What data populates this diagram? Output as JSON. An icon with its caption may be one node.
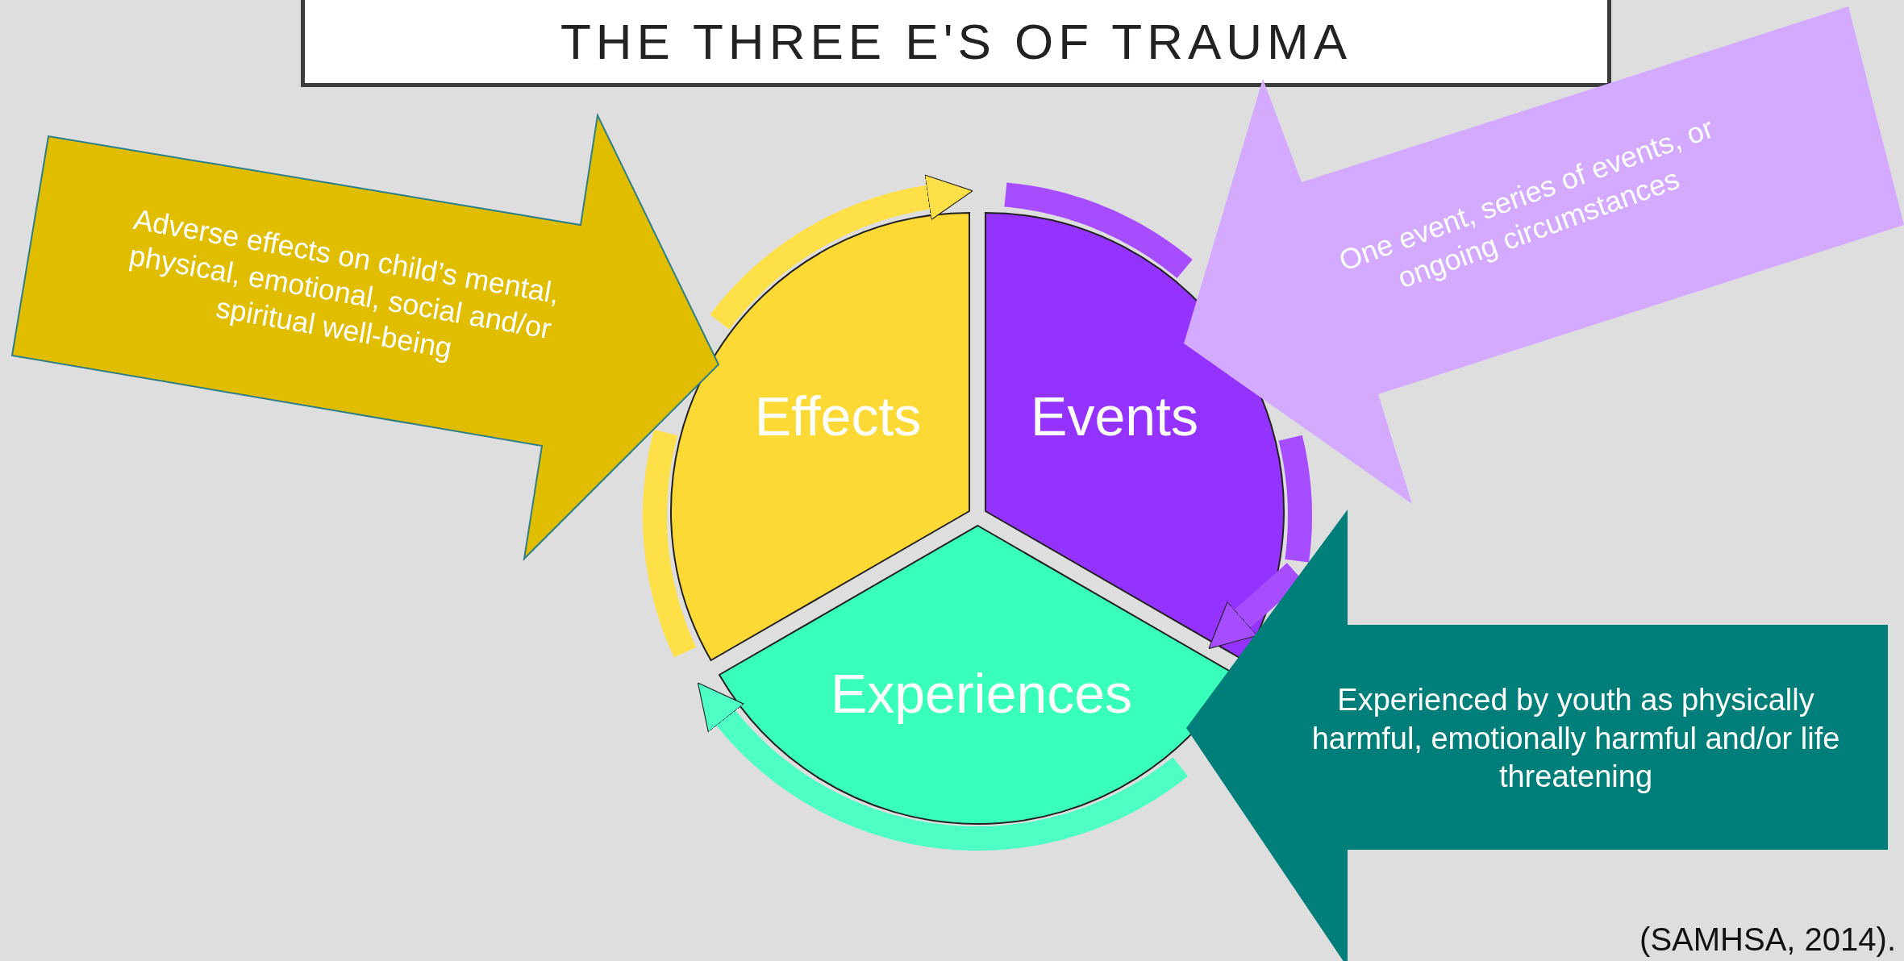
{
  "diagram": {
    "title": "THE THREE E'S OF TRAUMA",
    "nodes": [
      {
        "text": [
          "Adverse effects on child’s mental, physical, emotional, social and/or spiritual well-being"
        ]
      },
      {
        "text": [
          "One event, series of events, or ongoing circumstances"
        ]
      },
      {
        "text": [
          "Effects"
        ]
      },
      {
        "text": [
          "Events"
        ]
      },
      {
        "text": [
          "Experiences"
        ]
      },
      {
        "text": [
          "Experienced by youth as physically harmful, emotionally harmful and/or life threatening"
        ]
      }
    ],
    "edges": [
      {
        "from": 2,
        "to": 3,
        "arrow": "to",
        "color": "#fde047"
      },
      {
        "from": 3,
        "to": 4,
        "arrow": "to",
        "color": "#a64dff"
      },
      {
        "from": 4,
        "to": 2,
        "arrow": "to",
        "color": "#4dffc4"
      }
    ],
    "labels": [
      "(SAMHSA, 2014)."
    ]
  }
}
